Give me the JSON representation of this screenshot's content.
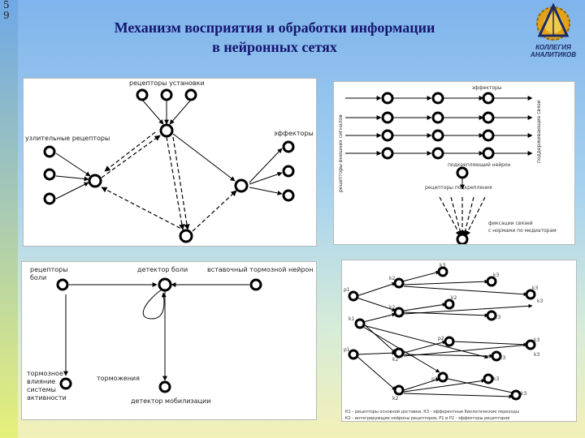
{
  "slide_number": "5\n9",
  "title_line1": "Механизм восприятия и обработки информации",
  "title_line2": "в нейронных сетях",
  "logo": {
    "line1": "КОЛЛЕГИЯ",
    "line2": "АНАЛИТИКОВ",
    "icon": "compass-triangle-logo-icon"
  },
  "colors": {
    "title": "#14166e",
    "panel_bg": "#ffffff",
    "gear": "#e2a21a"
  },
  "panel1": {
    "label_top": "рецепторы установки",
    "label_left": "узлительные рецепторы",
    "label_right": "эффекторы"
  },
  "panel2": {
    "label_side": "рецепторы внешних сигналов",
    "label_top": "эффекторы",
    "label_right": "поддерживающие связи",
    "label_neuron": "подкрепляющий нейрон",
    "label_receptors": "рецепторы подкрепления",
    "label_fix1": "фиксации связей",
    "label_fix2": "с нормами по медиаторам"
  },
  "panel3": {
    "label_pain1": "рецепторы",
    "label_pain2": "боли",
    "label_detector": "детектор боли",
    "label_inhib_neuron": "вставочный тормозной нейрон",
    "label_inhib1": "тормозное",
    "label_inhib2": "влияние",
    "label_inhib3": "системы",
    "label_inhib4": "активности",
    "label_inhibition": "торможения",
    "label_detector2": "детектор мобилизации"
  },
  "panel4": {
    "labels": [
      "k3",
      "k2",
      "k3",
      "k3",
      "p1",
      "k2",
      "k3",
      "k2",
      "k3",
      "k1",
      "k3",
      "p2",
      "k3",
      "p1",
      "k2",
      "k3",
      "p2",
      "k3",
      "k2",
      "k3"
    ],
    "legend1": "К1 - рецепторы основной доставки, К3 - эфферентные биологические переходы",
    "legend2": "К2 - интегрирующие нейроны рецепторов, Р1 и Р2 - эффекторы рецепторов"
  }
}
